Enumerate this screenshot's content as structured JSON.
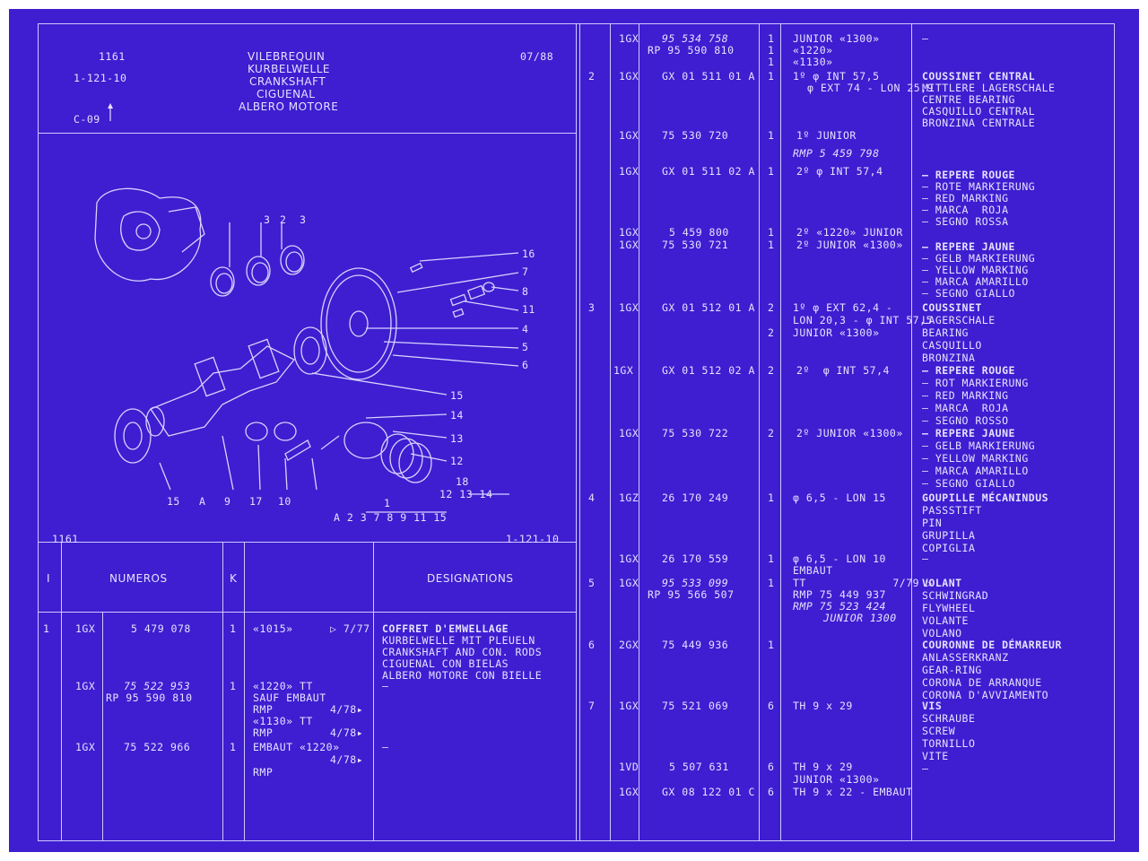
{
  "header": {
    "code": "1161",
    "ref": "1-121-10",
    "sub_ref": "C-09",
    "date": "07/88",
    "titles": [
      "VILEBREQUIN",
      "KURBELWELLE",
      "CRANKSHAFT",
      "CIGUENAL",
      "ALBERO MOTORE"
    ]
  },
  "diagram": {
    "footer_left": "1161",
    "footer_right": "1-121-10",
    "callouts": [
      "3",
      "2",
      "3",
      "16",
      "7",
      "8",
      "11",
      "4",
      "5",
      "6",
      "15",
      "14",
      "13",
      "12",
      "15",
      "A",
      "9",
      "17",
      "10",
      "18",
      "12 13 14",
      "1",
      "A 2 3 7 8 9 11 15"
    ]
  },
  "table_headers": {
    "col1": "I",
    "col2": "NUMEROS",
    "col3": "K",
    "col4": "",
    "col5": "DESIGNATIONS"
  },
  "left_rows": [
    {
      "idx": "1",
      "prefix": "1GX",
      "number": "5 479 078",
      "qty": "1",
      "note": "«1015»",
      "date": "▷ 7/77",
      "designation": [
        "COFFRET D'EMWELLAGE",
        "KURBELWELLE MIT PLEUELN",
        "CRANKSHAFT AND CON. RODS",
        "CIGUENAL CON BIELAS",
        "ALBERO MOTORE CON BIELLE"
      ]
    },
    {
      "prefix": "1GX",
      "number_italic": "75 522 953",
      "number2": "RP 95 590 810",
      "qty": "1",
      "notes": [
        "«1220» TT",
        "SAUF EMBAUT",
        "RMP",
        "«1130» TT",
        "RMP"
      ],
      "dates": [
        "4/78▸",
        "4/78▸"
      ],
      "designation": [
        "–"
      ]
    },
    {
      "prefix": "1GX",
      "number": "75 522 966",
      "qty": "1",
      "notes": [
        "EMBAUT «1220»",
        "",
        "RMP"
      ],
      "dates": [
        "4/78▸"
      ],
      "designation": [
        "–"
      ]
    }
  ],
  "right_rows": [
    {
      "idx": "",
      "prefix": "1GX",
      "number_italic": "95 534 758",
      "number2": "RP 95 590 810",
      "qty": [
        "1",
        "1",
        "1"
      ],
      "notes": [
        "JUNIOR «1300»",
        "«1220»",
        "«1130»"
      ],
      "designation": [
        "–"
      ]
    },
    {
      "idx": "2",
      "prefix": "1GX",
      "number": "GX 01 511 01 A",
      "qty": [
        "1"
      ],
      "notes": [
        "1º φ INT 57,5",
        "φ EXT 74 - LON 25,9"
      ],
      "designation_bold": "COUSSINET CENTRAL",
      "designation": [
        "MITTLERE LAGERSCHALE",
        "CENTRE BEARING",
        "CASQUILLO CENTRAL",
        "BRONZINA CENTRALE"
      ]
    },
    {
      "prefix": "1GX",
      "number": "75 530 720",
      "qty": [
        "1"
      ],
      "notes": [
        "1º JUNIOR"
      ],
      "notes_italic": "RMP 5 459 798"
    },
    {
      "prefix": "1GX",
      "number": "GX 01 511 02 A",
      "qty": [
        "1"
      ],
      "notes": [
        "2º φ INT 57,4"
      ],
      "designation_bold": "– REPERE ROUGE",
      "designation": [
        "– ROTE MARKIERUNG",
        "– RED MARKING",
        "– MARCA  ROJA",
        "– SEGNO ROSSA"
      ]
    },
    {
      "prefix": "1GX",
      "number": "5 459 800",
      "qty": [
        "1"
      ],
      "notes": [
        "2º «1220» JUNIOR"
      ]
    },
    {
      "prefix": "1GX",
      "number": "75 530 721",
      "qty": [
        "1"
      ],
      "notes": [
        "2º JUNIOR «1300»"
      ],
      "designation_bold": "– REPERE JAUNE",
      "designation": [
        "– GELB MARKIERUNG",
        "– YELLOW MARKING",
        "– MARCA AMARILLO",
        "– SEGNO GIALLO"
      ]
    },
    {
      "idx": "3",
      "prefix": "1GX",
      "number": "GX 01 512 01 A",
      "qty": [
        "2",
        "2"
      ],
      "notes": [
        "1º φ EXT 62,4 -",
        "LON 20,3 - φ INT 57,5",
        "JUNIOR «1300»"
      ],
      "designation_bold": "COUSSINET",
      "designation": [
        "LAGERSCHALE",
        "BEARING",
        "CASQUILLO",
        "BRONZINA"
      ]
    },
    {
      "prefix": "1GX",
      "number": "GX 01 512 02 A",
      "qty": [
        "2"
      ],
      "notes": [
        "2º  φ INT 57,4"
      ],
      "designation_bold": "– REPERE ROUGE",
      "designation": [
        "– ROT MARKIERUNG",
        "– RED MARKING",
        "– MARCA  ROJA",
        "– SEGNO ROSSO"
      ]
    },
    {
      "prefix": "1GX",
      "number": "75 530 722",
      "qty": [
        "2"
      ],
      "notes": [
        "2º JUNIOR «1300»"
      ],
      "designation_bold": "– REPERE JAUNE",
      "designation": [
        "– GELB MARKIERUNG",
        "– YELLOW MARKING",
        "– MARCA AMARILLO",
        "– SEGNO GIALLO"
      ]
    },
    {
      "idx": "4",
      "prefix": "1GZ",
      "number": "26 170 249",
      "qty": [
        "1"
      ],
      "notes": [
        "φ 6,5 - LON 15"
      ],
      "designation_bold": "GOUPILLE MÉCANINDUS",
      "designation": [
        "PASSSTIFT",
        "PIN",
        "GRUPILLA",
        "COPIGLIA"
      ]
    },
    {
      "prefix": "1GX",
      "number": "26 170 559",
      "qty": [
        "1"
      ],
      "notes": [
        "φ 6,5 - LON 10",
        "EMBAUT"
      ],
      "designation": [
        "–"
      ]
    },
    {
      "idx": "5",
      "prefix": "1GX",
      "number_italic": "95 533 099",
      "number2": "RP 95 566 507",
      "qty": [
        "1"
      ],
      "notes": [
        "TT             7/79 ▷",
        "RMP 75 449 937"
      ],
      "notes_italic2": [
        "RMP 75 523 424",
        "JUNIOR 1300"
      ],
      "designation_bold": "VOLANT",
      "designation": [
        "SCHWINGRAD",
        "FLYWHEEL",
        "VOLANTE",
        "VOLANO"
      ]
    },
    {
      "idx": "6",
      "prefix": "2GX",
      "number": "75 449 936",
      "qty": [
        "1"
      ],
      "notes": [],
      "designation_bold": "COURONNE DE DÉMARREUR",
      "designation": [
        "ANLASSERKRANZ",
        "GEAR-RING",
        "CORONA DE ARRANQUE",
        "CORONA D'AVVIAMENTO"
      ]
    },
    {
      "idx": "7",
      "prefix": "1GX",
      "number": "75 521 069",
      "qty": [
        "6"
      ],
      "notes": [
        "TH 9 x 29"
      ],
      "designation_bold": "VIS",
      "designation": [
        "SCHRAUBE",
        "SCREW",
        "TORNILLO",
        "VITE",
        "–"
      ]
    },
    {
      "prefix": "1VD",
      "number": "5 507 631",
      "qty": [
        "6"
      ],
      "notes": [
        "TH 9 x 29",
        "JUNIOR «1300»"
      ]
    },
    {
      "prefix": "1GX",
      "number": "GX 08 122 01 C",
      "qty": [
        "6"
      ],
      "notes": [
        "TH 9 x 22 - EMBAUT"
      ]
    }
  ],
  "colors": {
    "background": "#3e1ed0",
    "ink": "#e6e1ff",
    "border": "#ffffff"
  }
}
